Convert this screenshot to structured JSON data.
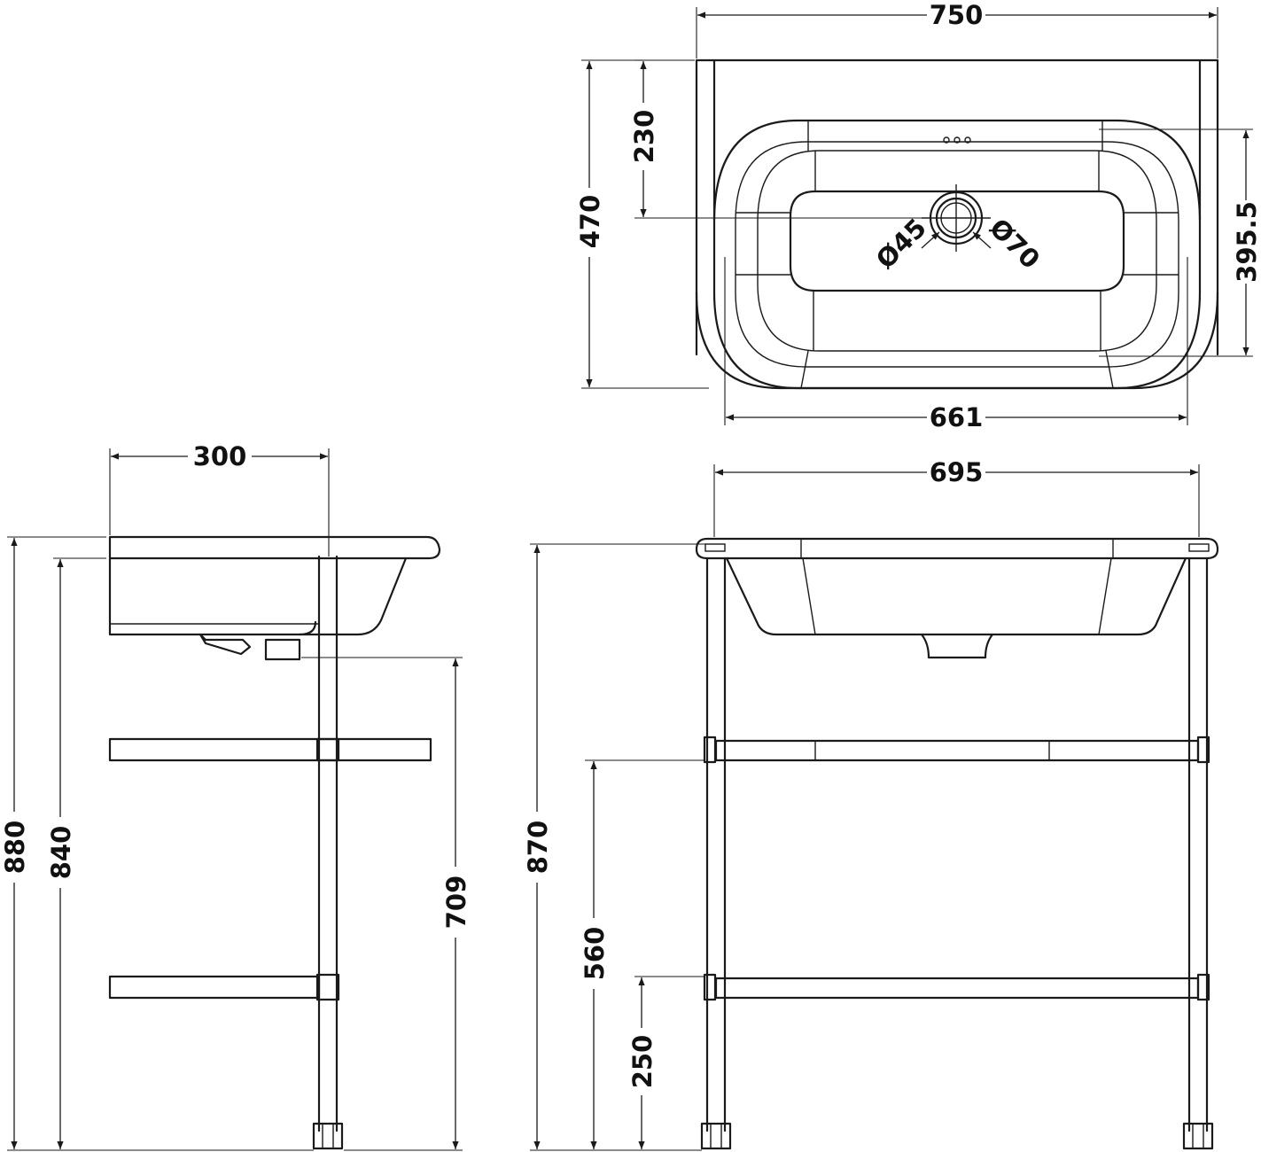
{
  "drawing": {
    "views": [
      "plan",
      "side",
      "front"
    ],
    "stroke_color": "#1a1a1a",
    "background": "#ffffff"
  },
  "dimensions": {
    "plan_width": "750",
    "plan_depth": "470",
    "plan_waste_offset": "230",
    "plan_inner_depth": "395.5",
    "plan_inner_width": "661",
    "plan_waste_dia": "Ø45",
    "plan_outer_dia": "Ø70",
    "side_depth": "300",
    "side_total_height": "880",
    "side_rim_height": "840",
    "side_waste_height": "709",
    "front_width": "695",
    "front_height": "870",
    "front_shelf_upper": "560",
    "front_shelf_lower": "250"
  }
}
